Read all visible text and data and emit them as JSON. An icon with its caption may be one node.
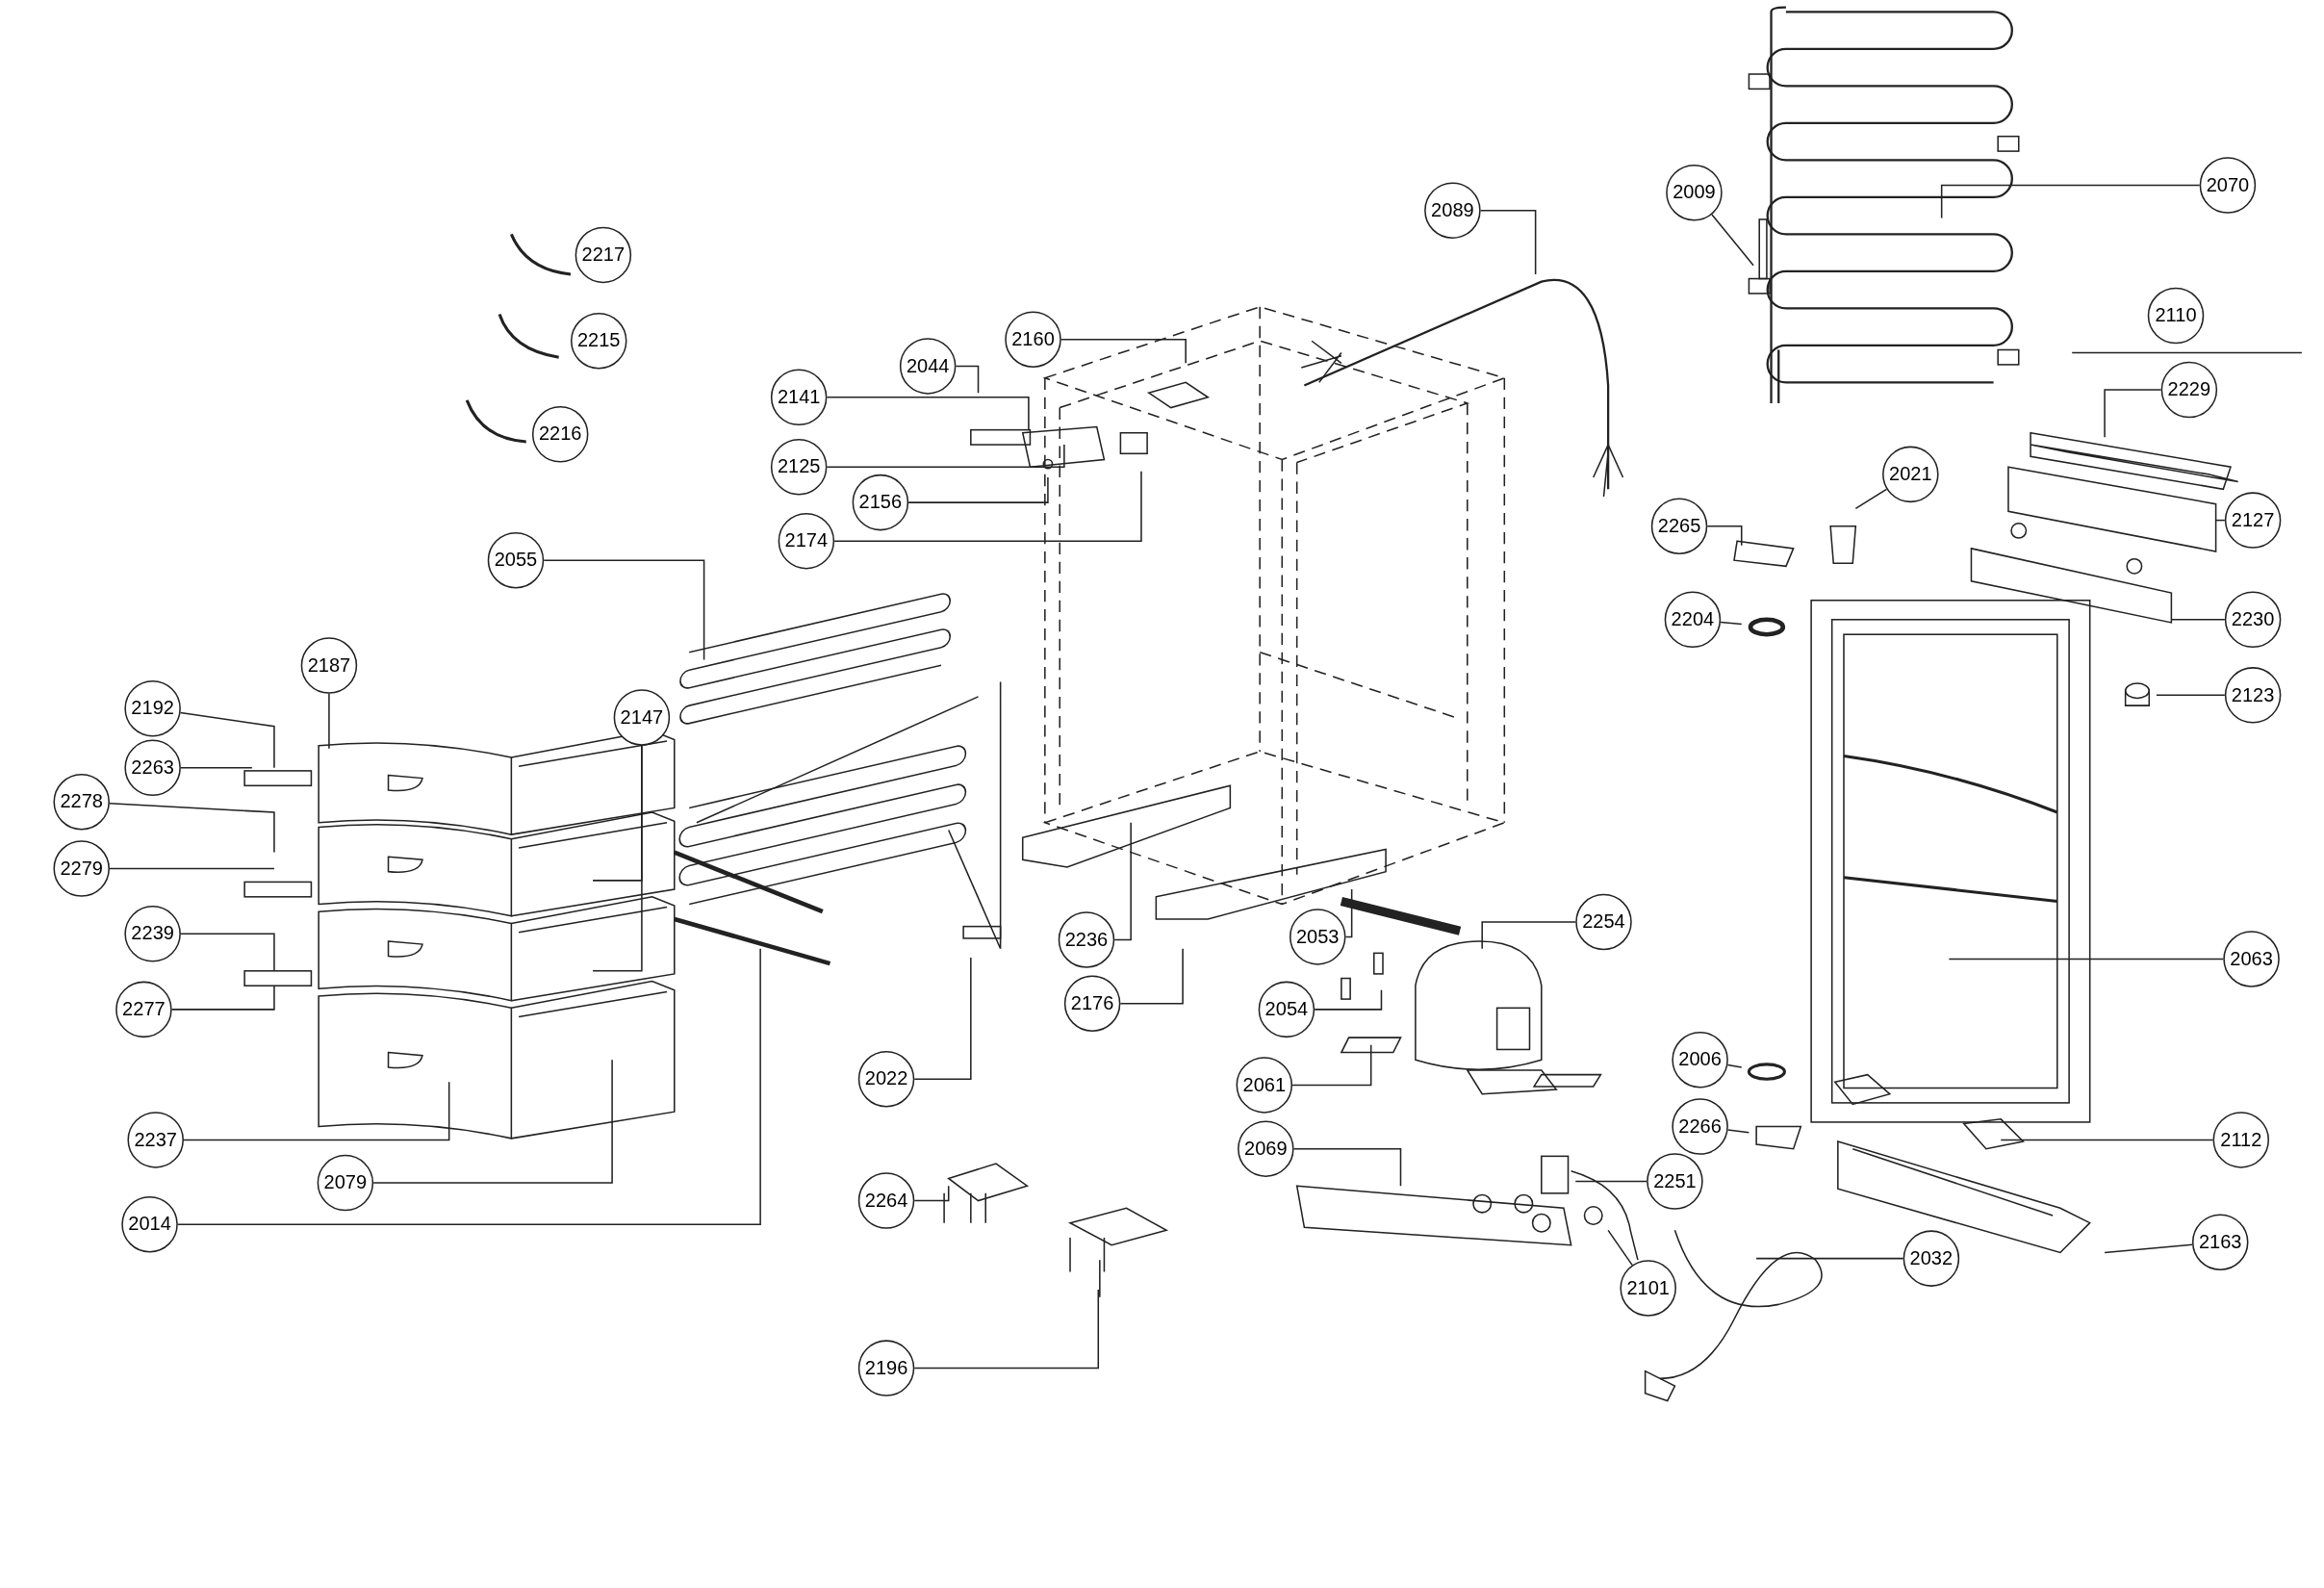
{
  "diagram": {
    "nodes": [
      {
        "text": [
          "2217"
        ]
      },
      {
        "text": [
          "2215"
        ]
      },
      {
        "text": [
          "2216"
        ]
      },
      {
        "text": [
          "2089"
        ]
      },
      {
        "text": [
          "2009"
        ]
      },
      {
        "text": [
          "2070"
        ]
      },
      {
        "text": [
          "2110"
        ]
      },
      {
        "text": [
          "2229"
        ]
      },
      {
        "text": [
          "2160"
        ]
      },
      {
        "text": [
          "2044"
        ]
      },
      {
        "text": [
          "2141"
        ]
      },
      {
        "text": [
          "2125"
        ]
      },
      {
        "text": [
          "2156"
        ]
      },
      {
        "text": [
          "2174"
        ]
      },
      {
        "text": [
          "2021"
        ]
      },
      {
        "text": [
          "2127"
        ]
      },
      {
        "text": [
          "2265"
        ]
      },
      {
        "text": [
          "2055"
        ]
      },
      {
        "text": [
          "2230"
        ]
      },
      {
        "text": [
          "2204"
        ]
      },
      {
        "text": [
          "2187"
        ]
      },
      {
        "text": [
          "2123"
        ]
      },
      {
        "text": [
          "2147"
        ]
      },
      {
        "text": [
          "2192"
        ]
      },
      {
        "text": [
          "2263"
        ]
      },
      {
        "text": [
          "2278"
        ]
      },
      {
        "text": [
          "2279"
        ]
      },
      {
        "text": [
          "2239"
        ]
      },
      {
        "text": [
          "2277"
        ]
      },
      {
        "text": [
          "2236"
        ]
      },
      {
        "text": [
          "2053"
        ]
      },
      {
        "text": [
          "2254"
        ]
      },
      {
        "text": [
          "2063"
        ]
      },
      {
        "text": [
          "2176"
        ]
      },
      {
        "text": [
          "2054"
        ]
      },
      {
        "text": [
          "2022"
        ]
      },
      {
        "text": [
          "2061"
        ]
      },
      {
        "text": [
          "2006"
        ]
      },
      {
        "text": [
          "2237"
        ]
      },
      {
        "text": [
          "2266"
        ]
      },
      {
        "text": [
          "2112"
        ]
      },
      {
        "text": [
          "2069"
        ]
      },
      {
        "text": [
          "2251"
        ]
      },
      {
        "text": [
          "2079"
        ]
      },
      {
        "text": [
          "2264"
        ]
      },
      {
        "text": [
          "2014"
        ]
      },
      {
        "text": [
          "2163"
        ]
      },
      {
        "text": [
          "2032"
        ]
      },
      {
        "text": [
          "2101"
        ]
      },
      {
        "text": [
          "2196"
        ]
      }
    ],
    "edges": [
      {
        "from": 3,
        "to": null,
        "arrow": "none"
      },
      {
        "from": 4,
        "to": null,
        "arrow": "none"
      },
      {
        "from": 5,
        "to": null,
        "arrow": "none"
      },
      {
        "from": 7,
        "to": null,
        "arrow": "none"
      },
      {
        "from": 8,
        "to": null,
        "arrow": "none"
      },
      {
        "from": 9,
        "to": null,
        "arrow": "none"
      },
      {
        "from": 10,
        "to": null,
        "arrow": "none"
      },
      {
        "from": 11,
        "to": null,
        "arrow": "none"
      },
      {
        "from": 12,
        "to": null,
        "arrow": "none"
      },
      {
        "from": 13,
        "to": null,
        "arrow": "none"
      },
      {
        "from": 14,
        "to": null,
        "arrow": "none"
      },
      {
        "from": 15,
        "to": null,
        "arrow": "none"
      },
      {
        "from": 16,
        "to": null,
        "arrow": "none"
      },
      {
        "from": 17,
        "to": null,
        "arrow": "none"
      },
      {
        "from": 18,
        "to": null,
        "arrow": "none"
      },
      {
        "from": 19,
        "to": null,
        "arrow": "none"
      },
      {
        "from": 20,
        "to": null,
        "arrow": "none"
      },
      {
        "from": 21,
        "to": null,
        "arrow": "none"
      },
      {
        "from": 22,
        "to": null,
        "arrow": "none"
      },
      {
        "from": 22,
        "to": null,
        "arrow": "none"
      },
      {
        "from": 23,
        "to": null,
        "arrow": "none"
      },
      {
        "from": 24,
        "to": null,
        "arrow": "none"
      },
      {
        "from": 25,
        "to": null,
        "arrow": "none"
      },
      {
        "from": 26,
        "to": null,
        "arrow": "none"
      },
      {
        "from": 27,
        "to": null,
        "arrow": "none"
      },
      {
        "from": 28,
        "to": null,
        "arrow": "none"
      },
      {
        "from": 29,
        "to": null,
        "arrow": "none"
      },
      {
        "from": 30,
        "to": null,
        "arrow": "none"
      },
      {
        "from": 31,
        "to": null,
        "arrow": "none"
      },
      {
        "from": 32,
        "to": null,
        "arrow": "none"
      },
      {
        "from": 33,
        "to": null,
        "arrow": "none"
      },
      {
        "from": 34,
        "to": null,
        "arrow": "none"
      },
      {
        "from": 35,
        "to": null,
        "arrow": "none"
      },
      {
        "from": 36,
        "to": null,
        "arrow": "none"
      },
      {
        "from": 37,
        "to": null,
        "arrow": "none"
      },
      {
        "from": 38,
        "to": null,
        "arrow": "none"
      },
      {
        "from": 39,
        "to": null,
        "arrow": "none"
      },
      {
        "from": 40,
        "to": null,
        "arrow": "none"
      },
      {
        "from": 41,
        "to": null,
        "arrow": "none"
      },
      {
        "from": 42,
        "to": null,
        "arrow": "none"
      },
      {
        "from": 43,
        "to": null,
        "arrow": "none"
      },
      {
        "from": 44,
        "to": null,
        "arrow": "none"
      },
      {
        "from": 45,
        "to": null,
        "arrow": "none"
      },
      {
        "from": 46,
        "to": null,
        "arrow": "none"
      },
      {
        "from": 47,
        "to": null,
        "arrow": "none"
      },
      {
        "from": 48,
        "to": null,
        "arrow": "none"
      },
      {
        "from": 49,
        "to": null,
        "arrow": "none"
      }
    ]
  }
}
